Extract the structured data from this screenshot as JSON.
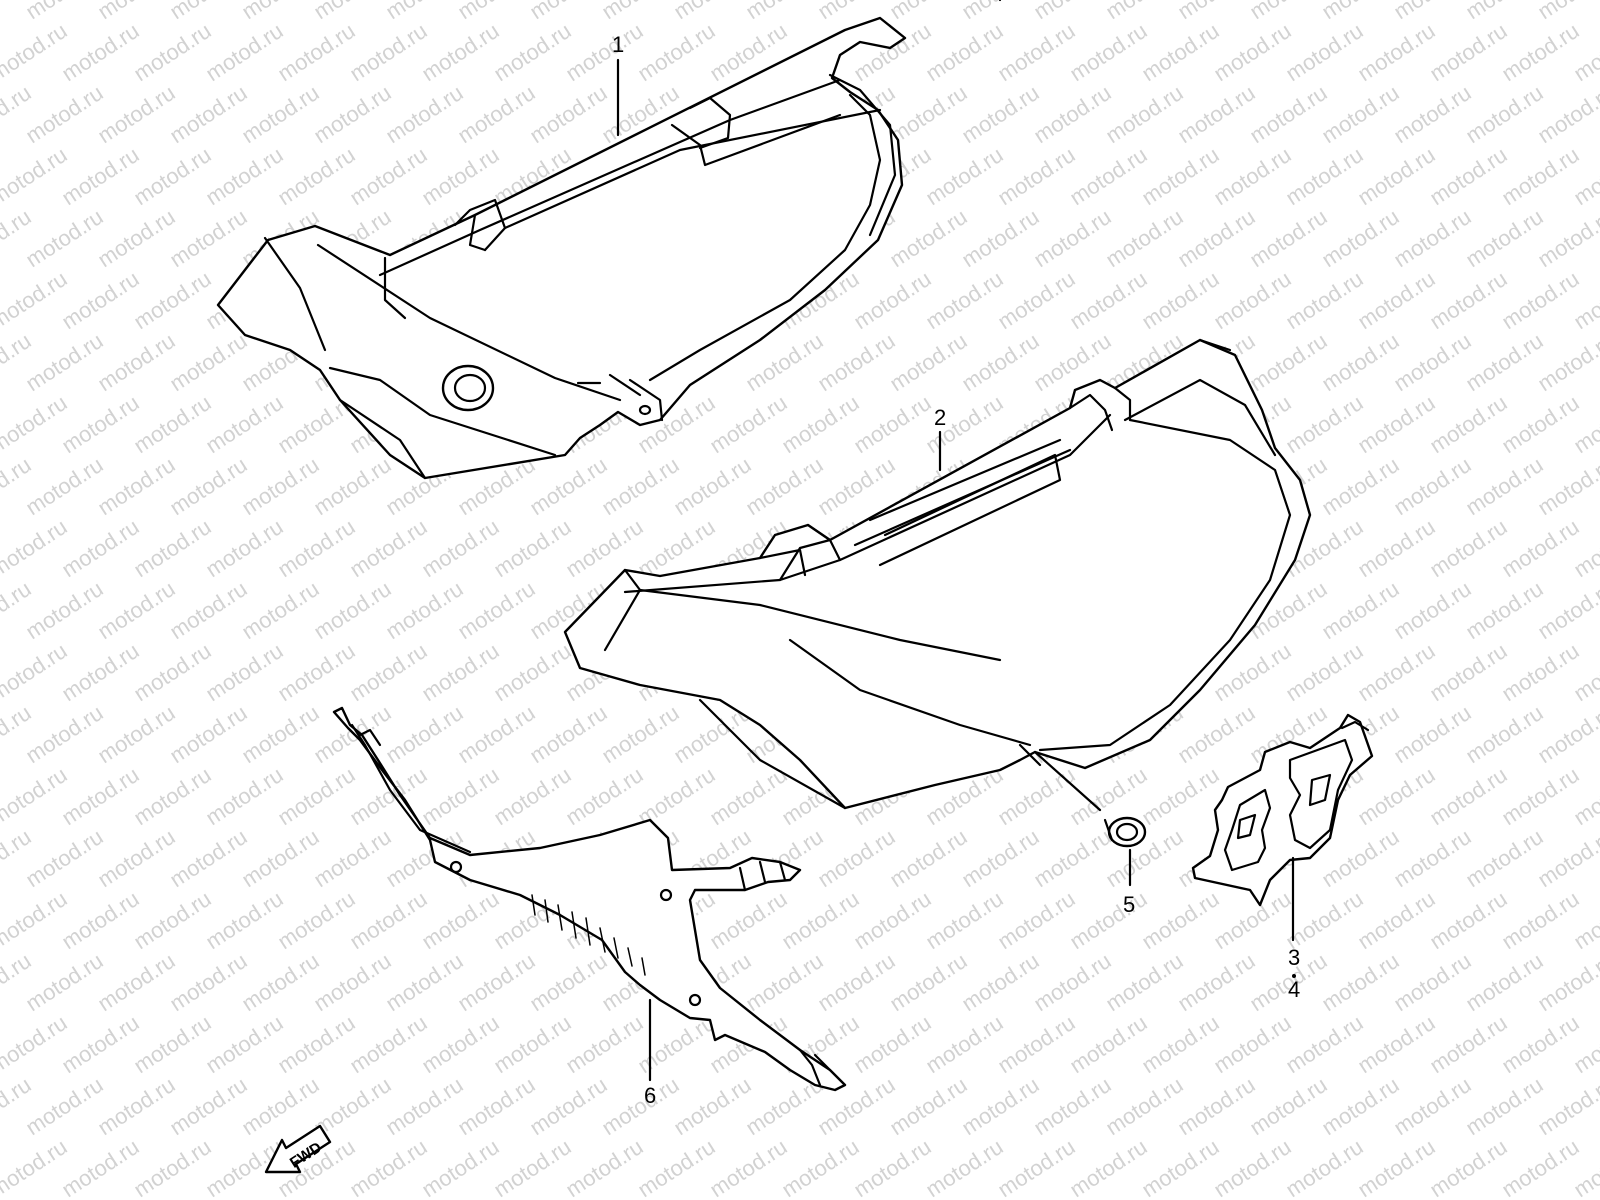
{
  "watermark": {
    "text": "motod.ru",
    "color": "#d2d2d2"
  },
  "callouts": [
    {
      "id": "1",
      "label": "1",
      "part": "left-frame-cover"
    },
    {
      "id": "2",
      "label": "2",
      "part": "right-frame-cover"
    },
    {
      "id": "3",
      "label": "3",
      "part": "emblem"
    },
    {
      "id": "4",
      "label": "4",
      "part": "emblem"
    },
    {
      "id": "5",
      "label": "5",
      "part": "screw"
    },
    {
      "id": "6",
      "label": "6",
      "part": "cover-bracket"
    }
  ],
  "fwd_indicator": {
    "label": "FWD",
    "icon": "arrow-left-down-icon"
  },
  "colors": {
    "line": "#000000",
    "background": "#ffffff"
  }
}
